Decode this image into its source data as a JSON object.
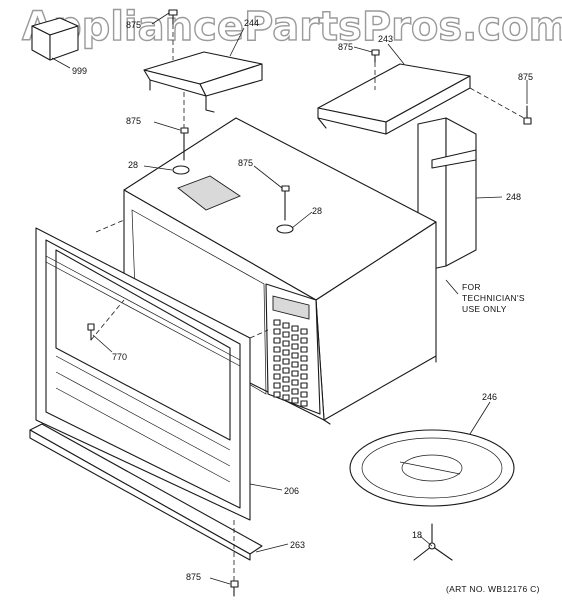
{
  "watermark": "AppliancePartsPros.com",
  "labels": {
    "p875a": "875",
    "p244": "244",
    "p243": "243",
    "p875b": "875",
    "p875c": "875",
    "p999": "999",
    "p875d": "875",
    "p28a": "28",
    "p875e": "875",
    "p28b": "28",
    "p248": "248",
    "p770": "770",
    "p246": "246",
    "p206": "206",
    "p263": "263",
    "p18": "18",
    "p875f": "875"
  },
  "note_lines": [
    "FOR",
    "TECHNICIAN'S",
    "USE ONLY"
  ],
  "art_no": "(ART NO. WB12176 C)"
}
